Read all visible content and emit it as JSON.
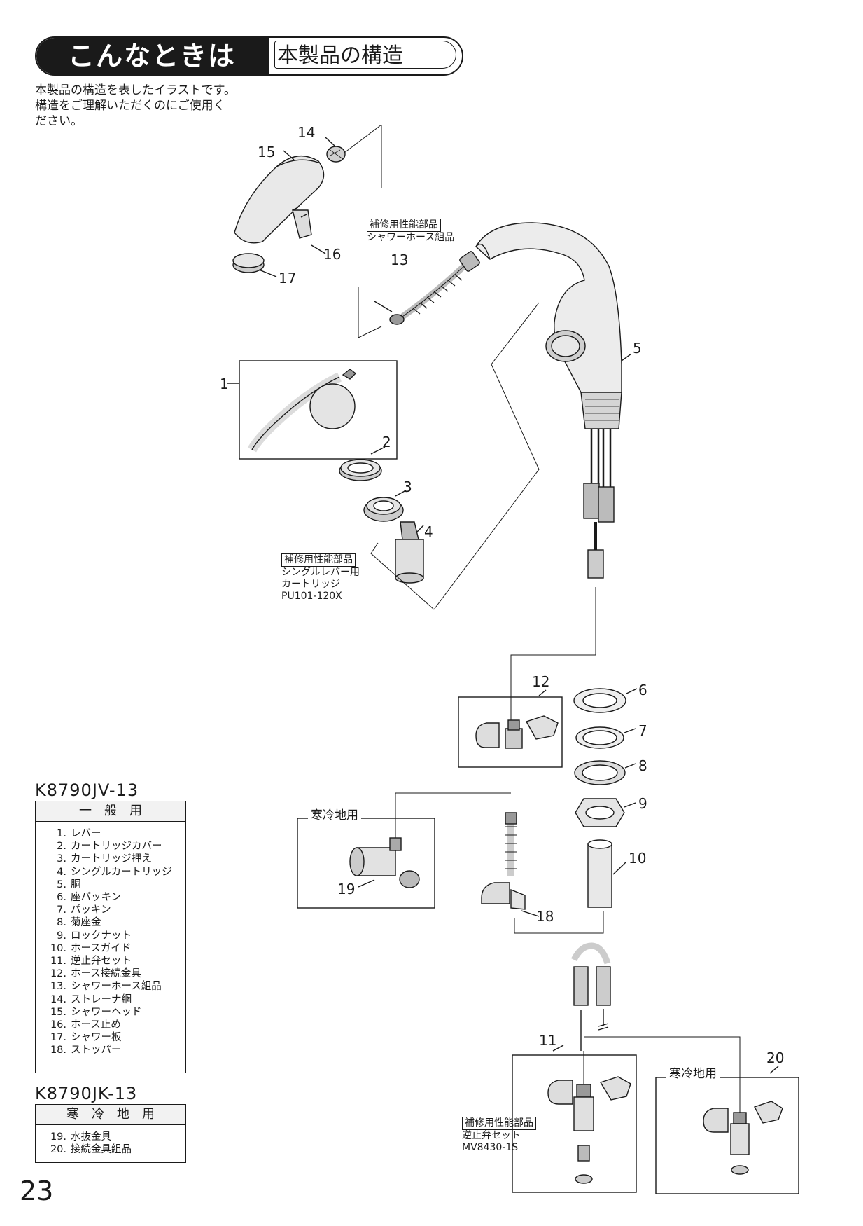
{
  "header": {
    "category": "こんなときは",
    "title": "本製品の構造"
  },
  "intro": {
    "lines": [
      "本製品の構造を表したイラストです。",
      "構造をご理解いただくのにご使用く",
      "ださい。"
    ]
  },
  "callouts": {
    "c1": "1",
    "c2": "2",
    "c3": "3",
    "c4": "4",
    "c5": "5",
    "c6": "6",
    "c7": "7",
    "c8": "8",
    "c9": "9",
    "c10": "10",
    "c11": "11",
    "c12": "12",
    "c13": "13",
    "c14": "14",
    "c15": "15",
    "c16": "16",
    "c17": "17",
    "c18": "18",
    "c19": "19",
    "c20": "20"
  },
  "labels": {
    "shower_hose": {
      "tag": "補修用性能部品",
      "name": "シャワーホース組品"
    },
    "cartridge": {
      "tag": "補修用性能部品",
      "name1": "シングルレバー用",
      "name2": "カートリッジ",
      "code": "PU101-120X"
    },
    "check_valve": {
      "tag": "補修用性能部品",
      "name": "逆止弁セット",
      "code": "MV8430-1S"
    },
    "cold_region_a": "寒冷地用",
    "cold_region_b": "寒冷地用"
  },
  "tables": {
    "general": {
      "model": "K8790JV-13",
      "heading": "一般用",
      "items": [
        {
          "n": "1.",
          "t": "レバー"
        },
        {
          "n": "2.",
          "t": "カートリッジカバー"
        },
        {
          "n": "3.",
          "t": "カートリッジ押え"
        },
        {
          "n": "4.",
          "t": "シングルカートリッジ"
        },
        {
          "n": "5.",
          "t": "胴"
        },
        {
          "n": "6.",
          "t": "座パッキン"
        },
        {
          "n": "7.",
          "t": "パッキン"
        },
        {
          "n": "8.",
          "t": "菊座金"
        },
        {
          "n": "9.",
          "t": "ロックナット"
        },
        {
          "n": "10.",
          "t": "ホースガイド"
        },
        {
          "n": "11.",
          "t": "逆止弁セット"
        },
        {
          "n": "12.",
          "t": "ホース接続金具"
        },
        {
          "n": "13.",
          "t": "シャワーホース組品"
        },
        {
          "n": "14.",
          "t": "ストレーナ網"
        },
        {
          "n": "15.",
          "t": "シャワーヘッド"
        },
        {
          "n": "16.",
          "t": "ホース止め"
        },
        {
          "n": "17.",
          "t": "シャワー板"
        },
        {
          "n": "18.",
          "t": "ストッパー"
        }
      ]
    },
    "cold": {
      "model": "K8790JK-13",
      "heading": "寒冷地用",
      "items": [
        {
          "n": "19.",
          "t": "水抜金具"
        },
        {
          "n": "20.",
          "t": "接続金具組品"
        }
      ]
    }
  },
  "page_number": "23"
}
